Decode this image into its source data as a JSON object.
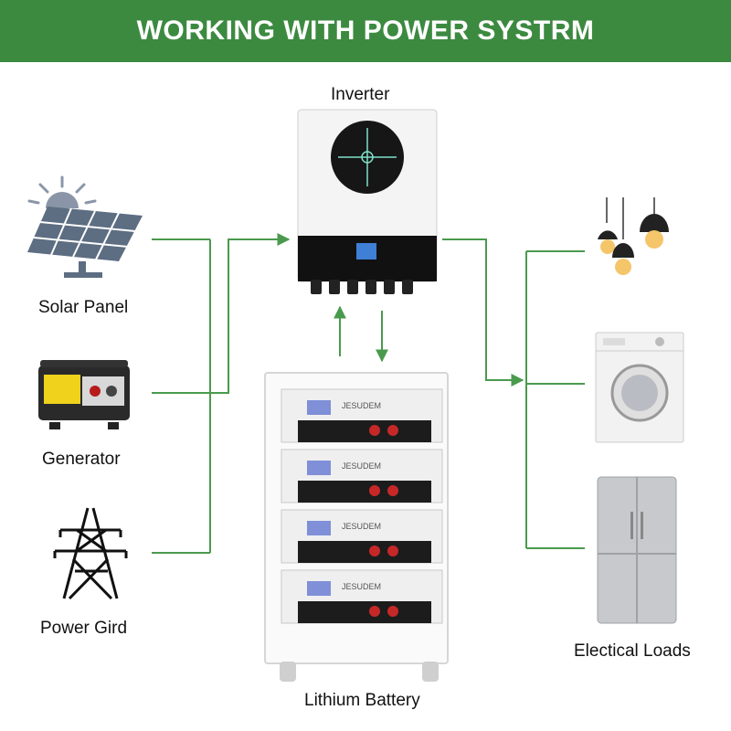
{
  "header": {
    "title": "WORKING WITH POWER SYSTRM"
  },
  "nodes": {
    "solar": {
      "label": "Solar Panel"
    },
    "generator": {
      "label": "Generator"
    },
    "grid": {
      "label": "Power Gird"
    },
    "inverter": {
      "label": "Inverter"
    },
    "battery": {
      "label": "Lithium Battery",
      "brand": "JESUDEM"
    },
    "loads": {
      "label": "Electical Loads"
    }
  },
  "colors": {
    "banner": "#3c8a40",
    "connector": "#4a9a4e"
  },
  "icons": [
    "sun-icon",
    "solar-panel-icon",
    "generator-icon",
    "transmission-tower-icon",
    "inverter-icon",
    "battery-rack-icon",
    "pendant-lamp-icon",
    "washing-machine-icon",
    "refrigerator-icon"
  ]
}
